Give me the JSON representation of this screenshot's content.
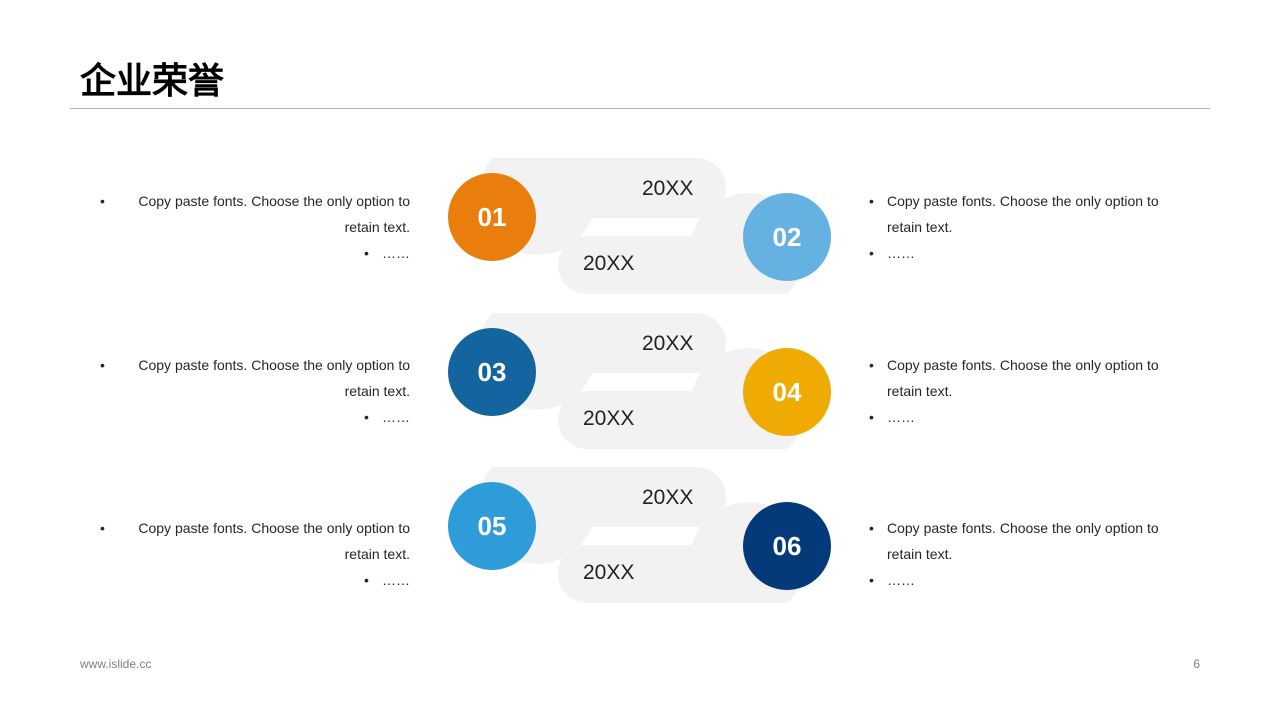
{
  "title": "企业荣誉",
  "footer": {
    "url": "www.islide.cc",
    "page": "6"
  },
  "rows": [
    {
      "left": {
        "number": "01",
        "year": "20XX",
        "color": "#EA7E0C"
      },
      "right": {
        "number": "02",
        "year": "20XX",
        "color": "#65B2E2"
      },
      "left_bullets": [
        "Copy paste fonts. Choose the only option to retain text.",
        "……"
      ],
      "right_bullets": [
        "Copy paste fonts. Choose the only option to retain text.",
        "……"
      ]
    },
    {
      "left": {
        "number": "03",
        "year": "20XX",
        "color": "#14649F"
      },
      "right": {
        "number": "04",
        "year": "20XX",
        "color": "#EFAA03"
      },
      "left_bullets": [
        "Copy paste fonts. Choose the only option to retain text.",
        "……"
      ],
      "right_bullets": [
        "Copy paste fonts. Choose the only option to retain text.",
        "……"
      ]
    },
    {
      "left": {
        "number": "05",
        "year": "20XX",
        "color": "#2F9CDA"
      },
      "right": {
        "number": "06",
        "year": "20XX",
        "color": "#053A7A"
      },
      "left_bullets": [
        "Copy paste fonts. Choose the only option to retain text.",
        "……"
      ],
      "right_bullets": [
        "Copy paste fonts. Choose the only option to retain text.",
        "……"
      ]
    }
  ],
  "colors": {
    "capsule": "#F2F2F2",
    "rule": "#B3B3B3"
  }
}
